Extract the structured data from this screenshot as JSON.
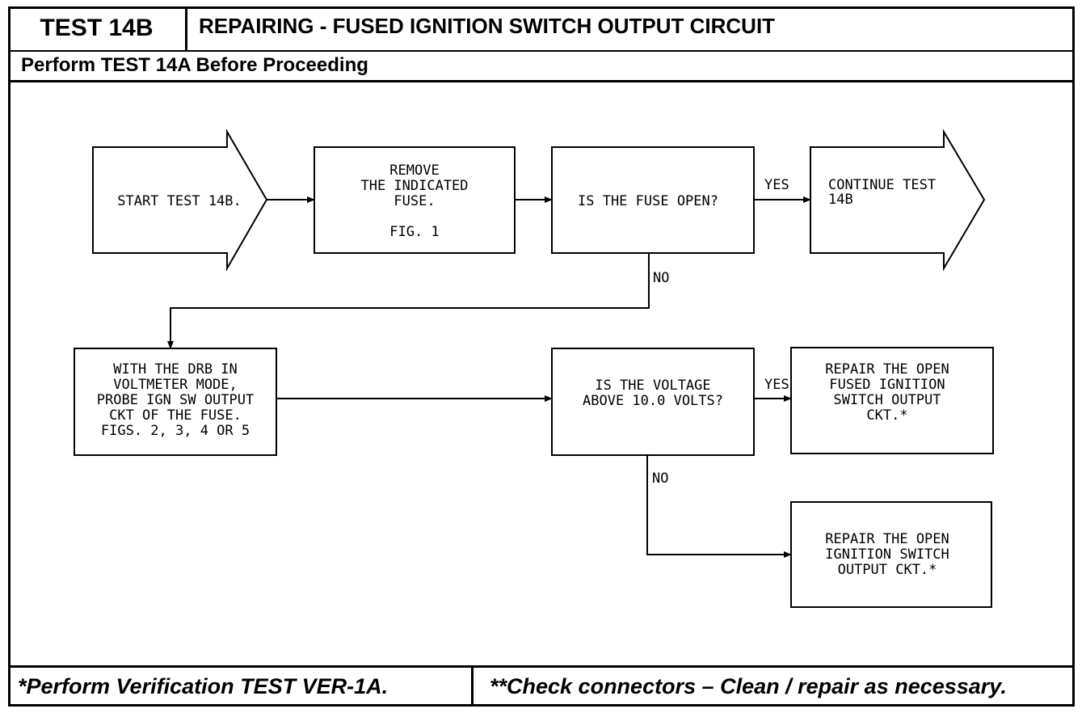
{
  "header": {
    "test_id": "TEST 14B",
    "title": "REPAIRING - FUSED IGNITION SWITCH OUTPUT CIRCUIT",
    "prerequisite": "Perform TEST 14A Before Proceeding"
  },
  "flow": {
    "start": [
      "START TEST 14B."
    ],
    "remove_fuse": [
      "REMOVE",
      "THE INDICATED",
      "FUSE.",
      "",
      "FIG. 1"
    ],
    "fuse_question": [
      "IS THE FUSE OPEN?"
    ],
    "continue": [
      "CONTINUE TEST",
      "14B"
    ],
    "probe": [
      "WITH THE DRB IN",
      "VOLTMETER MODE,",
      "PROBE IGN SW OUTPUT",
      "CKT OF THE FUSE.",
      "FIGS. 2, 3, 4 OR 5"
    ],
    "voltage_question": [
      "IS THE VOLTAGE",
      "ABOVE 10.0 VOLTS?"
    ],
    "repair_fused": [
      "REPAIR THE OPEN",
      "FUSED IGNITION",
      "SWITCH OUTPUT",
      "CKT.*"
    ],
    "repair_ign": [
      "REPAIR THE OPEN",
      "IGNITION SWITCH",
      "OUTPUT CKT.*"
    ],
    "labels": {
      "yes_1": "YES",
      "no_1": "NO",
      "yes_2": "YES",
      "no_2": "NO"
    }
  },
  "footer": {
    "left": "*Perform Verification TEST VER-1A.",
    "right": "**Check connectors – Clean / repair as necessary."
  }
}
